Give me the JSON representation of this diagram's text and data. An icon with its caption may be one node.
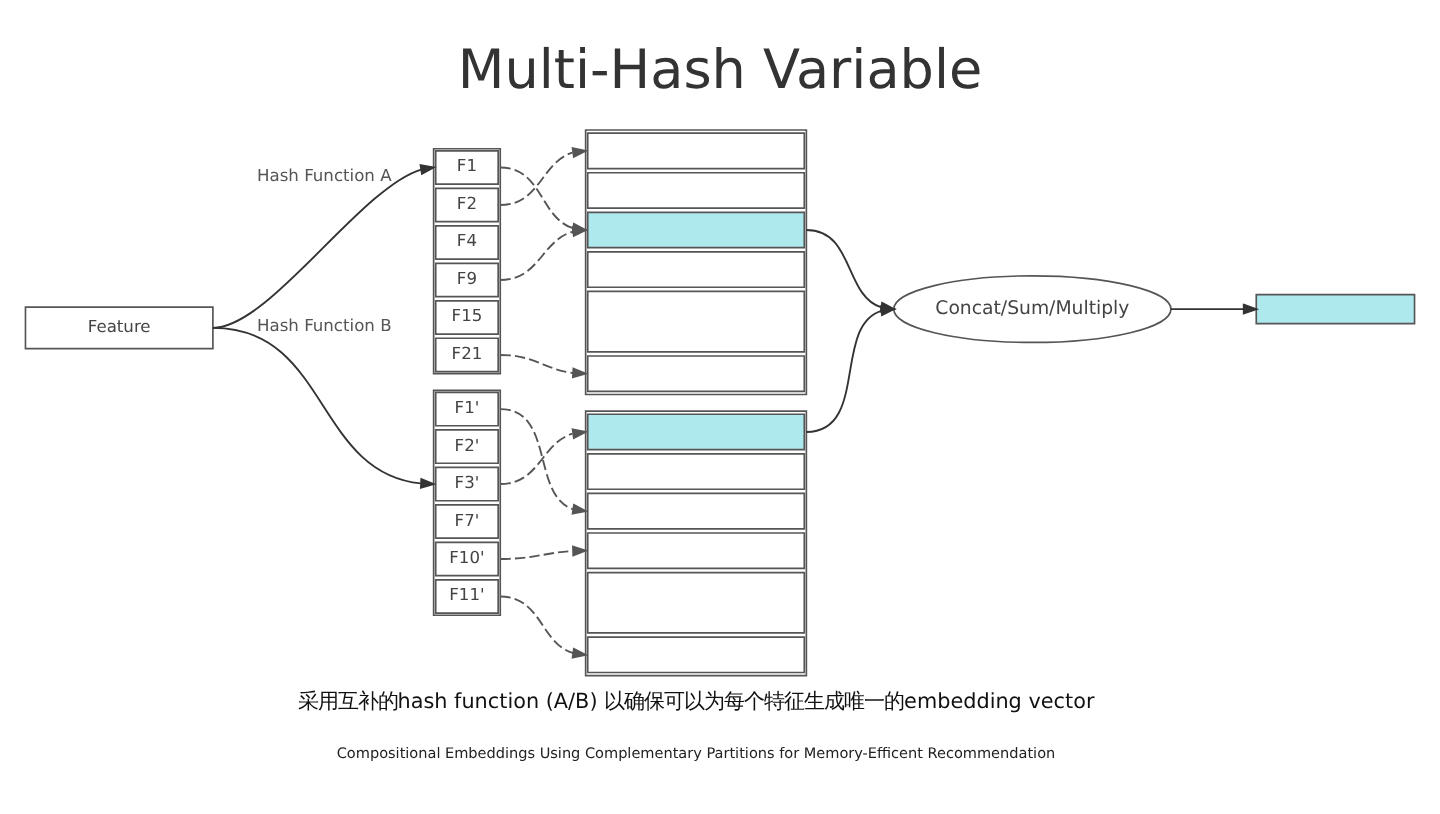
{
  "diagram": {
    "title": "Multi-Hash Variable",
    "caption": "采用互补的hash function (A/B) 以确保可以为每个特征生成唯一的embedding vector",
    "nodes": [
      {
        "text": [
          "Feature"
        ]
      },
      {
        "text": [],
        "shape": "box"
      },
      {
        "text": [
          "F1"
        ],
        "in": 1
      },
      {
        "text": [
          "F2"
        ],
        "in": 1
      },
      {
        "text": [
          "F4"
        ],
        "in": 1
      },
      {
        "text": [
          "F9"
        ],
        "in": 1
      },
      {
        "text": [
          "F15"
        ],
        "in": 1
      },
      {
        "text": [
          "F21"
        ],
        "in": 1
      },
      {
        "text": [],
        "shape": "box"
      },
      {
        "text": [],
        "shape": "box",
        "in": 8
      },
      {
        "text": [],
        "shape": "box",
        "in": 8
      },
      {
        "text": [],
        "shape": "box",
        "in": 8
      },
      {
        "text": [],
        "shape": "box",
        "in": 8
      },
      {
        "text": [],
        "shape": "box",
        "in": 8
      },
      {
        "text": [],
        "shape": "box",
        "in": 8
      },
      {
        "text": [],
        "shape": "box"
      },
      {
        "text": [
          "F1'"
        ],
        "in": 15
      },
      {
        "text": [
          "F2'"
        ],
        "in": 15
      },
      {
        "text": [
          "F3'"
        ],
        "in": 15
      },
      {
        "text": [
          "F7'"
        ],
        "in": 15
      },
      {
        "text": [
          "F10'"
        ],
        "in": 15
      },
      {
        "text": [
          "F11'"
        ],
        "in": 15
      },
      {
        "text": [],
        "shape": "box"
      },
      {
        "text": [],
        "shape": "box",
        "in": 22
      },
      {
        "text": [],
        "shape": "box",
        "in": 22
      },
      {
        "text": [],
        "shape": "box",
        "in": 22
      },
      {
        "text": [],
        "shape": "box",
        "in": 22
      },
      {
        "text": [],
        "shape": "box",
        "in": 22
      },
      {
        "text": [],
        "shape": "box",
        "in": 22
      },
      {
        "text": [
          "Concat/Sum/Multiply"
        ]
      },
      {
        "text": [],
        "shape": "bar"
      }
    ],
    "edges": [
      {
        "from": 0,
        "to": 2,
        "arrow": "to",
        "label": "Hash Function A"
      },
      {
        "from": 0,
        "to": 18,
        "arrow": "to",
        "label": "Hash Function B"
      },
      {
        "from": 2,
        "to": 11,
        "arrow": "to",
        "style": "dashed"
      },
      {
        "from": 3,
        "to": 9,
        "arrow": "to",
        "style": "dashed"
      },
      {
        "from": 5,
        "to": 11,
        "arrow": "to",
        "style": "dashed"
      },
      {
        "from": 7,
        "to": 14,
        "arrow": "to",
        "style": "dashed"
      },
      {
        "from": 16,
        "to": 25,
        "arrow": "to",
        "style": "dashed"
      },
      {
        "from": 18,
        "to": 23,
        "arrow": "to",
        "style": "dashed"
      },
      {
        "from": 20,
        "to": 26,
        "arrow": "to",
        "style": "dashed"
      },
      {
        "from": 21,
        "to": 28,
        "arrow": "to",
        "style": "dashed"
      },
      {
        "from": 11,
        "to": 29,
        "arrow": "to"
      },
      {
        "from": 23,
        "to": 29,
        "arrow": "to"
      },
      {
        "from": 29,
        "to": 30,
        "arrow": "to"
      }
    ],
    "labels": [
      "Compositional Embeddings Using Complementary Partitions for Memory-Efficent Recommendation"
    ]
  }
}
